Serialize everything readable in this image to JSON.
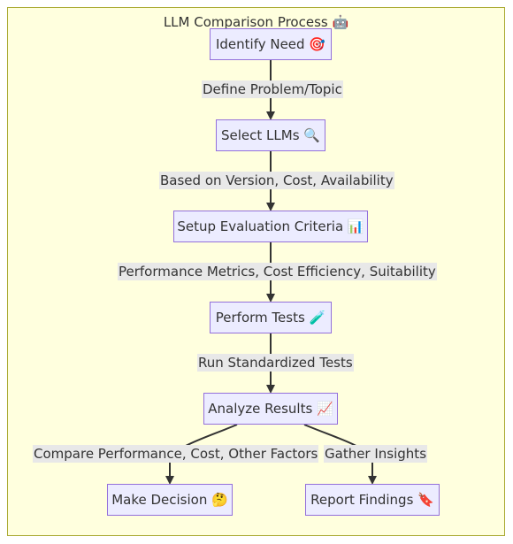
{
  "title": "LLM Comparison Process 🤖",
  "nodes": {
    "identify": "Identify Need 🎯",
    "select": "Select LLMs 🔍",
    "setup": "Setup Evaluation Criteria 📊",
    "perform": "Perform Tests 🧪",
    "analyze": "Analyze Results 📈",
    "decide": "Make Decision 🤔",
    "report": "Report Findings 🔖"
  },
  "edges": {
    "identify_select": "Define Problem/Topic",
    "select_setup": "Based on Version, Cost, Availability",
    "setup_perform": "Performance Metrics, Cost Efficiency, Suitability",
    "perform_analyze": "Run Standardized Tests",
    "analyze_decide": "Compare Performance, Cost, Other Factors",
    "analyze_report": "Gather Insights"
  },
  "colors": {
    "cluster_fill": "#ffffde",
    "cluster_border": "#aaaa33",
    "node_fill": "#ececff",
    "node_border": "#9370db",
    "label_fill": "#e8e8e8",
    "edge": "#333333"
  }
}
